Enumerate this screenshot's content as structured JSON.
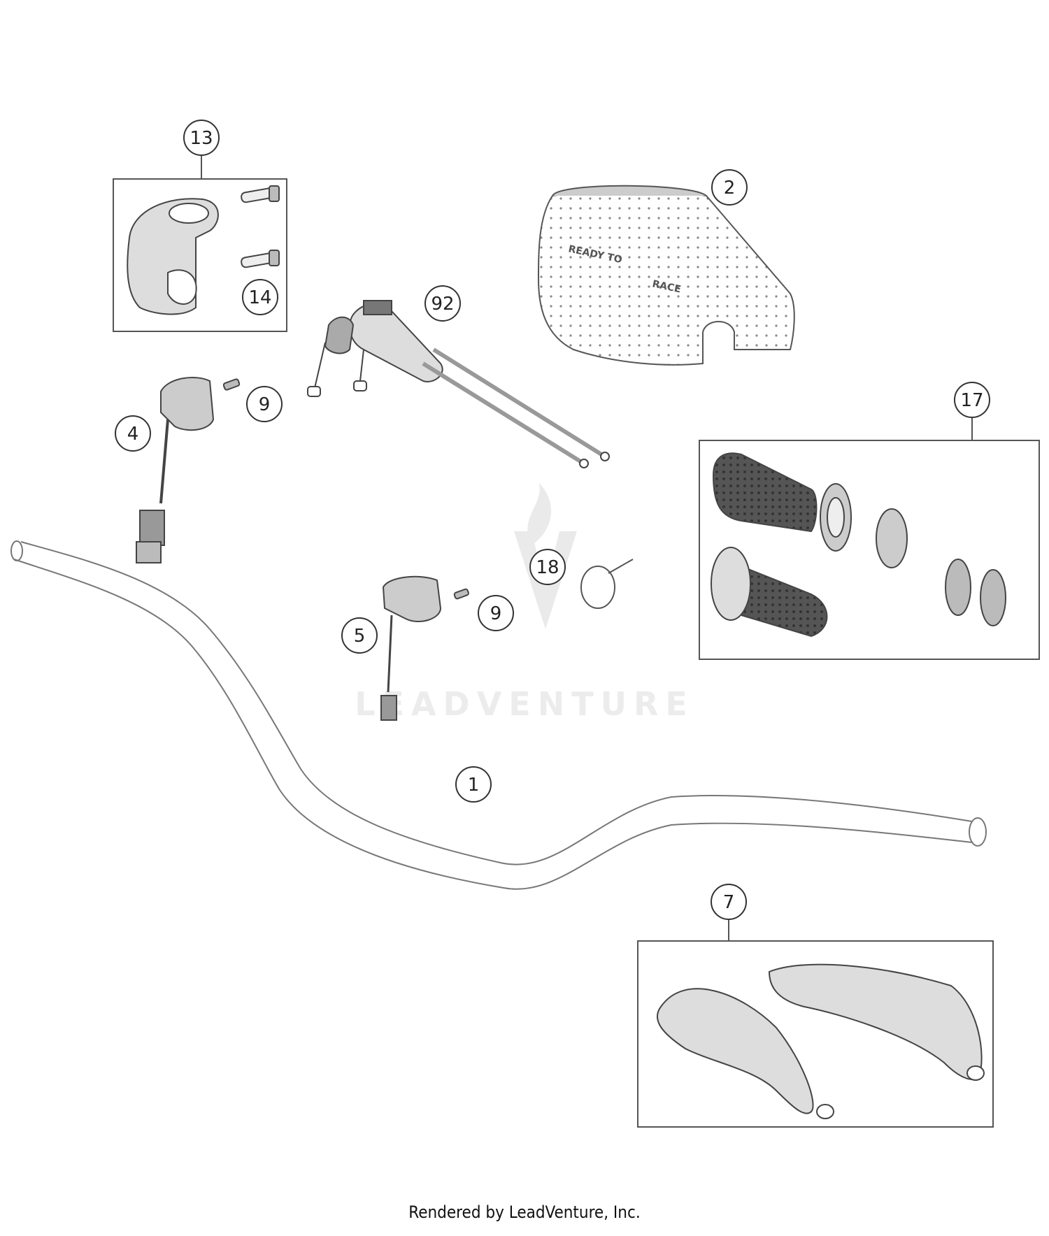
{
  "diagram": {
    "callouts": [
      {
        "id": "13",
        "label": "13"
      },
      {
        "id": "14",
        "label": "14"
      },
      {
        "id": "2",
        "label": "2"
      },
      {
        "id": "92",
        "label": "92"
      },
      {
        "id": "9a",
        "label": "9"
      },
      {
        "id": "4",
        "label": "4"
      },
      {
        "id": "17",
        "label": "17"
      },
      {
        "id": "18",
        "label": "18"
      },
      {
        "id": "9b",
        "label": "9"
      },
      {
        "id": "5",
        "label": "5"
      },
      {
        "id": "1",
        "label": "1"
      },
      {
        "id": "7",
        "label": "7"
      }
    ],
    "pad_text": {
      "line1": "READY TO",
      "line2": "RACE"
    }
  },
  "watermark": {
    "text": "LEADVENTURE"
  },
  "footer": {
    "text": "Rendered by LeadVenture, Inc."
  }
}
